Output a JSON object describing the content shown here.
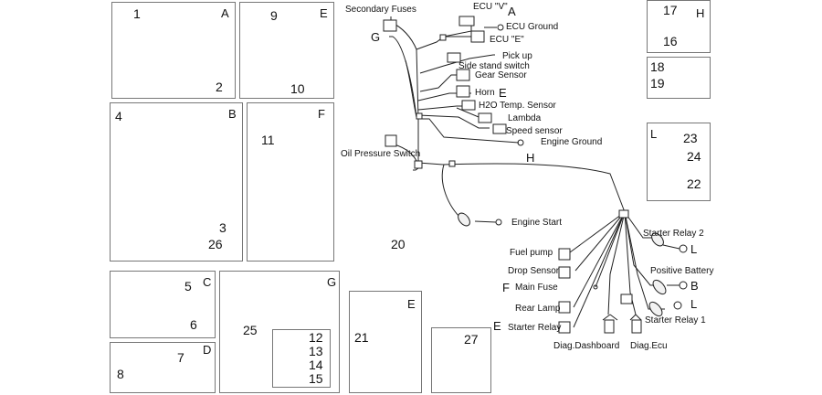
{
  "panels": {
    "A": {
      "letter": "A",
      "numbers": [
        "1",
        "2"
      ]
    },
    "E_top": {
      "letter": "E",
      "numbers": [
        "9",
        "10"
      ]
    },
    "B": {
      "letter": "B",
      "numbers": [
        "4",
        "3",
        "26"
      ]
    },
    "F": {
      "letter": "F",
      "numbers": [
        "11"
      ]
    },
    "C": {
      "letter": "C",
      "numbers": [
        "5",
        "6"
      ]
    },
    "D": {
      "letter": "D",
      "numbers": [
        "7",
        "8"
      ]
    },
    "G": {
      "letter": "G",
      "numbers": [
        "25"
      ],
      "inset_numbers": [
        "12",
        "13",
        "14",
        "15"
      ]
    },
    "E_bottom": {
      "letter": "E",
      "numbers": [
        "21"
      ]
    },
    "P27": {
      "numbers": [
        "27"
      ]
    },
    "H": {
      "letter": "H",
      "numbers": [
        "17",
        "16"
      ]
    },
    "P18": {
      "numbers": [
        "18",
        "19"
      ]
    },
    "L": {
      "letter": "L",
      "numbers": [
        "23",
        "24",
        "22"
      ]
    }
  },
  "wiring": {
    "secondary_fuses": "Secondary Fuses",
    "secondary_fuses_letter": "G",
    "ecu_v": "ECU \"V\"",
    "ecu_v_letter": "A",
    "ecu_ground": "ECU Ground",
    "ecu_e": "ECU \"E\"",
    "pick_up": "Pick up",
    "side_stand": "Side stand switch",
    "gear_sensor": "Gear Sensor",
    "horn": "Horn",
    "horn_letter": "E",
    "h2o_sensor": "H2O Temp. Sensor",
    "lambda": "Lambda",
    "speed_sensor": "Speed sensor",
    "engine_ground": "Engine Ground",
    "engine_ground_letter": "H",
    "oil_pressure": "Oil Pressure Switch",
    "engine_start": "Engine Start",
    "harness_number": "20",
    "fuel_pump": "Fuel pump",
    "drop_sensor": "Drop Sensor",
    "main_fuse": "Main Fuse",
    "main_fuse_letter": "F",
    "rear_lamp": "Rear Lamp",
    "starter_relay": "Starter Relay",
    "starter_relay_letter": "E",
    "starter_relay_2": "Starter Relay 2",
    "starter_relay_2_letter": "L",
    "positive_battery": "Positive Battery",
    "positive_battery_letter": "B",
    "starter_relay_1": "Starter Relay 1",
    "starter_relay_1_letter": "L",
    "diag_dashboard": "Diag.Dashboard",
    "diag_ecu": "Diag.Ecu"
  },
  "colors": {
    "line": "#222222",
    "border": "#777777",
    "fill": "#f2f2f2",
    "dark": "#444444"
  }
}
